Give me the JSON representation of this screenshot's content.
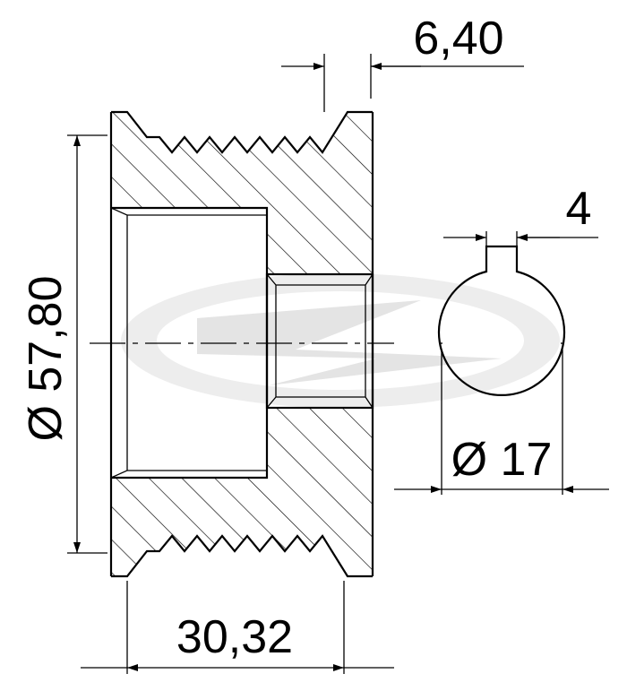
{
  "drawing": {
    "colors": {
      "line": "#000000",
      "background": "#ffffff",
      "watermark": "#e6e6e6"
    },
    "dimensions": {
      "groove_pitch": "6,40",
      "outer_diameter": "Ø 57,80",
      "length": "30,32",
      "keyway_width": "4",
      "bore_diameter": "Ø 17"
    }
  }
}
